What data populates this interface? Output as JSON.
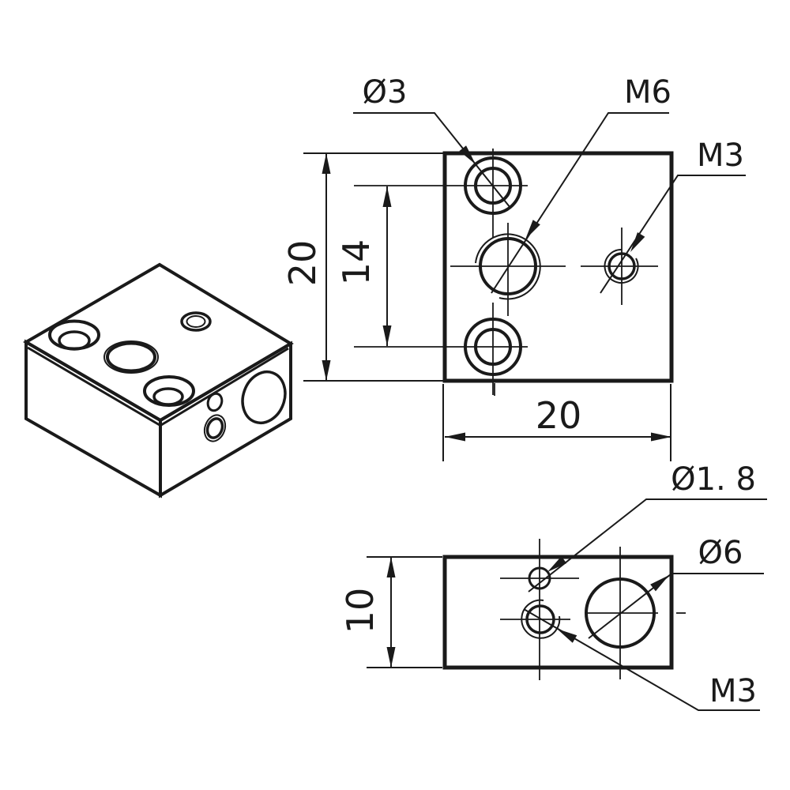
{
  "meta": {
    "drawing_type": "engineering-drawing",
    "subject": "heater block three-view technical drawing",
    "background_color": "#ffffff",
    "line_color": "#1a1a1a"
  },
  "front_view": {
    "callouts": {
      "counterbore_hole": "Ø3",
      "center_thread": "M6",
      "side_thread": "M3"
    },
    "dimensions": {
      "height": "20",
      "hole_spacing": "14",
      "width": "20"
    }
  },
  "side_view": {
    "callouts": {
      "sensor_hole": "Ø1. 8",
      "heater_hole": "Ø6",
      "thread_hole": "M3"
    },
    "dimensions": {
      "height": "10"
    }
  }
}
